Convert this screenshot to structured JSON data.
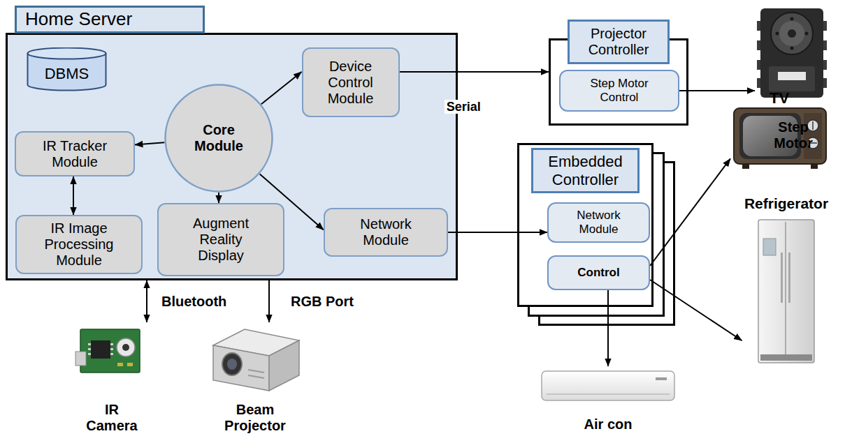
{
  "diagram": {
    "nodes": [
      {
        "text": [
          "Home Server"
        ]
      },
      {
        "text": [
          "DBMS"
        ],
        "in": 0
      },
      {
        "text": [
          "Core Module"
        ],
        "in": 0
      },
      {
        "text": [
          "Device Control Module"
        ],
        "in": 0
      },
      {
        "text": [
          "IR Tracker Module"
        ],
        "in": 0
      },
      {
        "text": [
          "IR Image Processing Module"
        ],
        "in": 0
      },
      {
        "text": [
          "Augment Reality Display"
        ],
        "in": 0
      },
      {
        "text": [
          "Network Module"
        ],
        "in": 0
      },
      {
        "text": [
          "Projector Controller"
        ]
      },
      {
        "text": [
          "Step Motor Control"
        ],
        "in": 8
      },
      {
        "text": [
          "Embedded Controller"
        ]
      },
      {
        "text": [
          "Network Module"
        ],
        "in": 10
      },
      {
        "text": [
          "Control"
        ],
        "in": 10
      },
      {
        "text": [
          "Step Motor"
        ]
      },
      {
        "text": [
          "TV"
        ]
      },
      {
        "text": [
          "Refrigerator"
        ]
      },
      {
        "text": [
          "Air con"
        ]
      },
      {
        "text": [
          "IR Camera"
        ]
      },
      {
        "text": [
          "Beam Projector"
        ]
      }
    ],
    "edges": [
      {
        "from": 2,
        "to": 3,
        "arrow": "to"
      },
      {
        "from": 2,
        "to": 4,
        "arrow": "to"
      },
      {
        "from": 2,
        "to": 6,
        "arrow": "to"
      },
      {
        "from": 2,
        "to": 7,
        "arrow": "to"
      },
      {
        "from": 4,
        "to": 5,
        "arrow": "both"
      },
      {
        "from": 3,
        "to": 8,
        "label": "Serial",
        "arrow": "to"
      },
      {
        "from": 9,
        "to": 13,
        "arrow": "to"
      },
      {
        "from": 7,
        "to": 11,
        "arrow": "to"
      },
      {
        "from": 12,
        "to": 14,
        "arrow": "to"
      },
      {
        "from": 12,
        "to": 15,
        "arrow": "to"
      },
      {
        "from": 12,
        "to": 16,
        "arrow": "to"
      },
      {
        "from": 0,
        "to": 17,
        "label": "Bluetooth",
        "arrow": "both"
      },
      {
        "from": 0,
        "to": 18,
        "label": "RGB Port",
        "arrow": "to"
      }
    ]
  }
}
